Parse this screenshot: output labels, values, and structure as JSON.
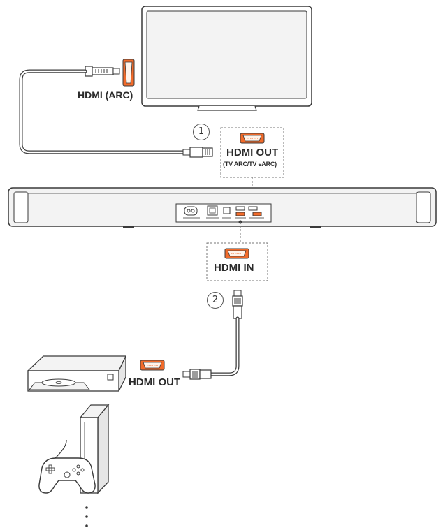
{
  "labels": {
    "tv_hdmi_arc": "HDMI (ARC)",
    "soundbar_hdmi_out": "HDMI OUT",
    "soundbar_hdmi_out_sub": "(TV ARC/TV eARC)",
    "soundbar_hdmi_in": "HDMI IN",
    "player_hdmi_out": "HDMI OUT"
  },
  "steps": {
    "step1": "1",
    "step2": "2"
  },
  "colors": {
    "port_orange": "#F26B2A",
    "outline": "#3a3a3a",
    "panel": "#f3f3f3",
    "dash": "#777777"
  },
  "more_indicator": "ellipsis-vertical"
}
